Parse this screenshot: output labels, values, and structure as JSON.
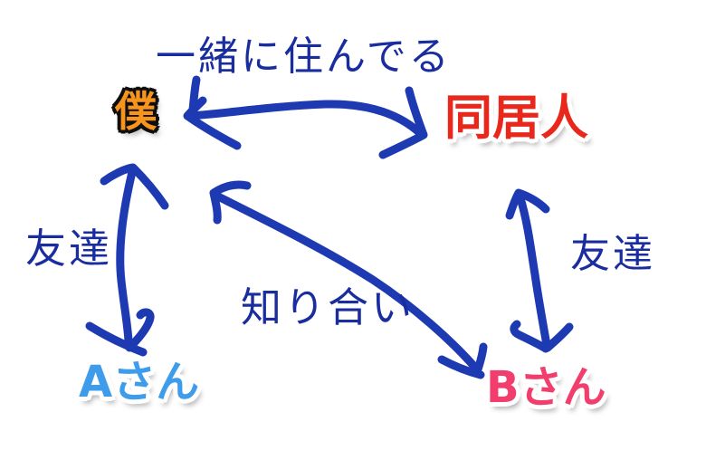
{
  "diagram": {
    "background": "#ffffff",
    "nodes": {
      "me": {
        "label": "僕"
      },
      "housemate": {
        "label": "同居人"
      },
      "person_a": {
        "label": "Aさん"
      },
      "person_b": {
        "label": "Bさん"
      }
    },
    "edges": {
      "live_together": {
        "label": "一緒に住んでる",
        "from": "僕",
        "to": "同居人",
        "style": "double-headed-arrow"
      },
      "friends_left": {
        "label": "友達",
        "from": "僕",
        "to": "Aさん",
        "style": "double-headed-arrow"
      },
      "friends_right": {
        "label": "友達",
        "from": "同居人",
        "to": "Bさん",
        "style": "double-headed-arrow"
      },
      "acquaintance": {
        "label": "知り合い",
        "from": "僕",
        "to": "Bさん",
        "style": "double-headed-arrow"
      }
    }
  },
  "colors": {
    "ink": "#1e3ab2",
    "label_text": "#1a2d9f",
    "me": "#f7941d",
    "me_outline": "#0e0e0e",
    "housemate": "#e9271b",
    "person_a": "#3f9ceb",
    "person_b": "#f23e6d",
    "name_outline": "#ffffff",
    "shadow": "rgba(40,40,40,0.38)"
  }
}
